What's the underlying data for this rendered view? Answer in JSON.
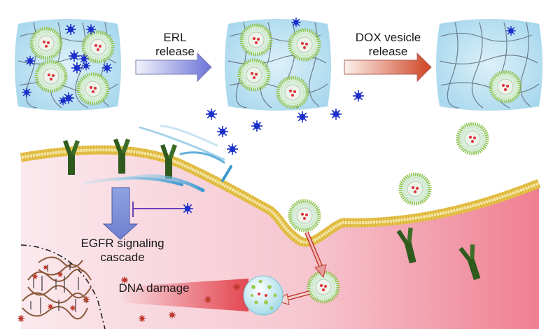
{
  "steps": {
    "erl_release": {
      "line1": "ERL",
      "line2": "release"
    },
    "dox_release": {
      "line1": "DOX vesicle",
      "line2": "release"
    }
  },
  "cell": {
    "pathway_line1": "EGFR signaling",
    "pathway_line2": "cascade",
    "damage_label": "DNA damage"
  },
  "colors": {
    "hydrogel": "#bfe3f3",
    "vesicle_shell": "#9ccc4e",
    "vesicle_core": "#d9efe0",
    "drug_star": "#1b2fc9",
    "dox_dot": "#e0303a",
    "membrane": "#e6c24a",
    "receptor": "#2f5a1e",
    "cytoplasm": "#f6c9d2",
    "dna_red": "#b03020"
  },
  "icons": [
    "erl-drug-star-icon",
    "egfr-receptor-icon",
    "vesicle-icon",
    "dna-helix-icon"
  ]
}
